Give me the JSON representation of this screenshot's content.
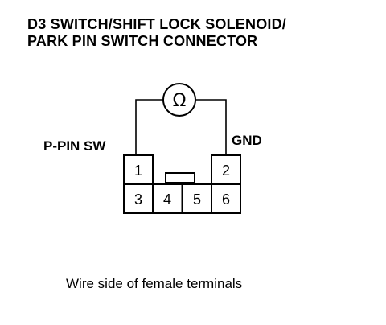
{
  "title": {
    "line1": "D3 SWITCH/SHIFT LOCK SOLENOID/",
    "line2": "PARK PIN SWITCH CONNECTOR"
  },
  "meter": {
    "symbol": "Ω",
    "icon": "ohmmeter-icon"
  },
  "labels": {
    "left_terminal": "P-PIN SW",
    "right_terminal": "GND"
  },
  "connector": {
    "pins": [
      "1",
      "2",
      "3",
      "4",
      "5",
      "6"
    ]
  },
  "caption": "Wire side of female terminals"
}
